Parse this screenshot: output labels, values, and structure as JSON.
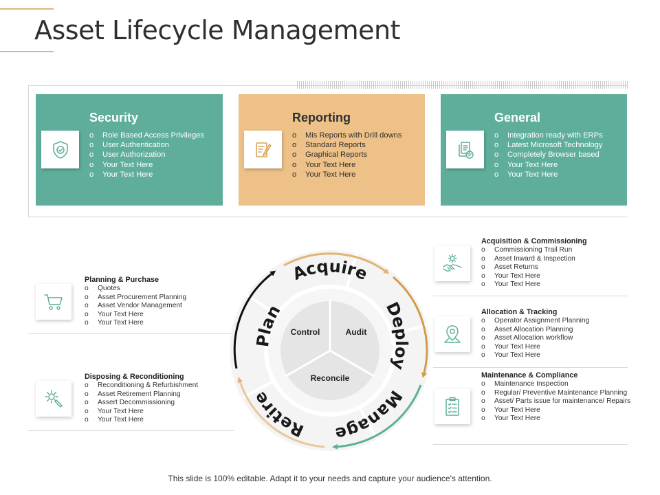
{
  "page": {
    "title": "Asset Lifecycle Management",
    "footer": "This slide is 100% editable. Adapt it to your needs and capture your audience's attention."
  },
  "colors": {
    "teal": "#5fae9c",
    "tan": "#edc188",
    "accent": "#d9b77a"
  },
  "cards": [
    {
      "title": "Security",
      "icon": "shield-check-icon",
      "items": [
        "Role Based Access Privileges",
        "User Authentication",
        "User Authorization",
        "Your Text Here",
        "Your Text Here"
      ]
    },
    {
      "title": "Reporting",
      "icon": "report-edit-icon",
      "items": [
        "Mis Reports with Drill downs",
        "Standard Reports",
        "Graphical Reports",
        "Your Text Here",
        "Your Text Here"
      ]
    },
    {
      "title": "General",
      "icon": "documents-check-icon",
      "items": [
        "Integration ready with ERPs",
        "Latest Microsoft Technology",
        "Completely Browser based",
        "Your Text Here",
        "Your Text Here"
      ]
    }
  ],
  "left_blocks": [
    {
      "title": "Planning & Purchase",
      "icon": "shopping-cart-icon",
      "items": [
        "Quotes",
        "Asset Procurement Planning",
        "Asset Vendor Management",
        "Your Text Here",
        "Your Text Here"
      ]
    },
    {
      "title": "Disposing & Reconditioning",
      "icon": "gear-wrench-icon",
      "items": [
        "Reconditioning & Refurbishment",
        "Asset Retirement Planning",
        "Assert Decommissioning",
        "Your Text Here",
        "Your Text Here"
      ]
    }
  ],
  "right_blocks": [
    {
      "title": "Acquisition & Commissioning",
      "icon": "gear-handshake-icon",
      "items": [
        "Commissioning Trail Run",
        "Asset Inward & Inspection",
        "Asset Returns",
        "Your Text Here",
        "Your Text Here"
      ]
    },
    {
      "title": "Allocation & Tracking",
      "icon": "location-pin-icon",
      "items": [
        "Operator Assignment Planning",
        "Asset Allocation Planning",
        "Asset Allocation workflow",
        "Your Text Here",
        "Your Text Here"
      ]
    },
    {
      "title": "Maintenance & Compliance",
      "icon": "clipboard-checklist-icon",
      "items": [
        "Maintenance Inspection",
        "Regular/ Preventive Maintenance Planning",
        "Asset/ Parts issue for maintenance/ Repairs",
        "Your Text Here",
        "Your Text Here"
      ]
    }
  ],
  "cycle": {
    "stages": [
      "Acquire",
      "Deploy",
      "Manage",
      "Retire",
      "Plan"
    ],
    "center": [
      "Control",
      "Audit",
      "Reconcile"
    ]
  }
}
